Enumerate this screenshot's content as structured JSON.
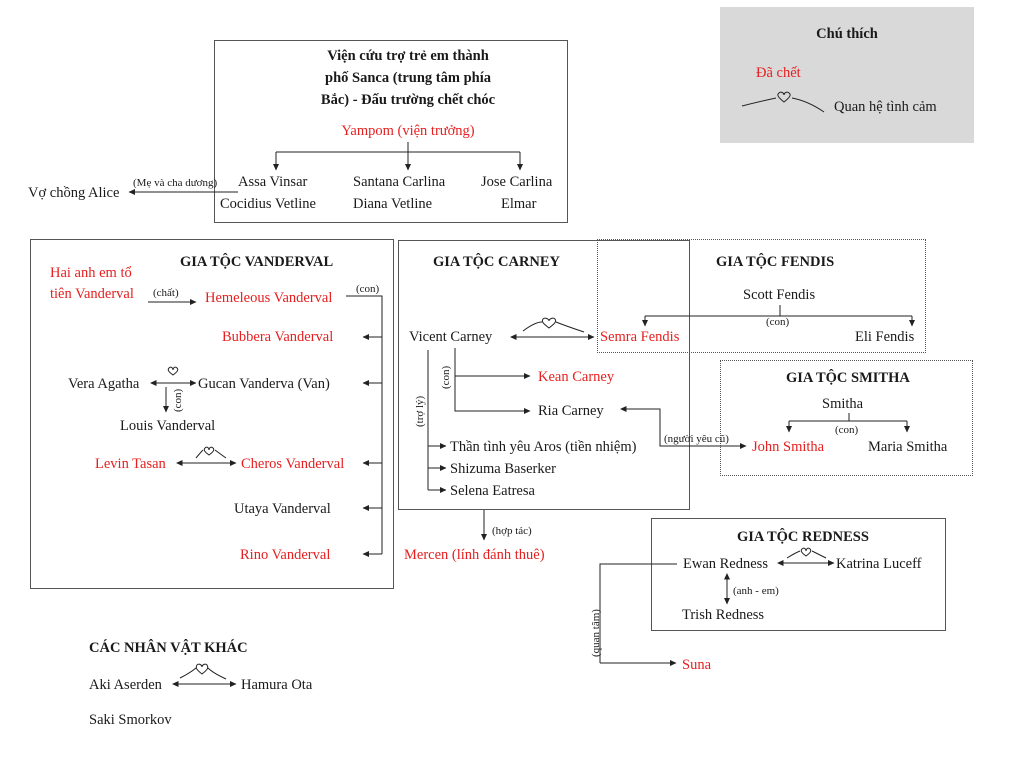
{
  "legend": {
    "title": "Chú thích",
    "dead_label": "Đã chết",
    "love_label": "Quan hệ tình cảm",
    "colors": {
      "dead": "#e62020",
      "normal": "#1a1a1a"
    }
  },
  "orphanage": {
    "title_line1": "Viện cứu trợ trẻ em thành",
    "title_line2": "phố Sanca (trung tâm phía",
    "title_line3": "Bắc) - Đấu trường chết chóc",
    "director": "Yampom (viện trưởng)",
    "col1_line1": "Assa Vinsar",
    "col1_line2": "Cocidius Vetline",
    "col2_line1": "Santana Carlina",
    "col2_line2": "Diana Vetline",
    "col3_line1": "Jose Carlina",
    "col3_line2": "Elmar",
    "foster_label": "(Mẹ và cha dương)",
    "foster_target": "Vợ chồng Alice"
  },
  "vanderval": {
    "title": "GIA TỘC VANDERVAL",
    "ancestors_line1": "Hai anh em tổ",
    "ancestors_line2": "tiên Vanderval",
    "chat_label": "(chất)",
    "hemeleous": "Hemeleous Vanderval",
    "con_label": "(con)",
    "bubbera": "Bubbera Vanderval",
    "vera": "Vera Agatha",
    "gucan": "Gucan Vanderva (Van)",
    "con_vertical": "(con)",
    "louis": "Louis Vanderval",
    "levin": "Levin Tasan",
    "cheros": "Cheros Vanderval",
    "utaya": "Utaya Vanderval",
    "rino": "Rino Vanderval"
  },
  "carney": {
    "title": "GIA TỘC CARNEY",
    "vicent": "Vicent Carney",
    "con_label": "(con)",
    "kean": "Kean Carney",
    "ria": "Ria Carney",
    "tro_ly_label": "(trợ lý)",
    "aros": "Thần tình yêu Aros (tiền nhiệm)",
    "shizuma": "Shizuma Baserker",
    "selena": "Selena Eatresa",
    "hop_tac_label": "(hợp tác)",
    "mercen": "Mercen (lính đánh thuê)"
  },
  "fendis": {
    "title": "GIA TỘC FENDIS",
    "scott": "Scott Fendis",
    "con_label": "(con)",
    "semra": "Semra Fendis",
    "eli": "Eli Fendis"
  },
  "smitha": {
    "title": "GIA TỘC SMITHA",
    "smitha": "Smitha",
    "con_label": "(con)",
    "john": "John Smitha",
    "maria": "Maria Smitha",
    "former_lover_label": "(người yêu cũ)"
  },
  "redness": {
    "title": "GIA TỘC REDNESS",
    "ewan": "Ewan Redness",
    "katrina": "Katrina Luceff",
    "sibling_label": "(anh - em)",
    "trish": "Trish Redness",
    "care_label": "(quan tâm)",
    "suna": "Suna"
  },
  "others": {
    "title": "CÁC NHÂN VẬT KHÁC",
    "aki": "Aki Aserden",
    "hamura": "Hamura Ota",
    "saki": "Saki Smorkov"
  }
}
